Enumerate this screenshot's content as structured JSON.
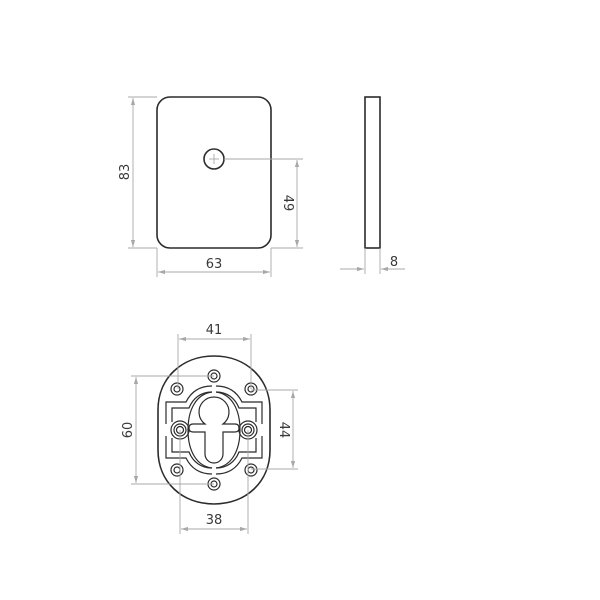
{
  "drawing": {
    "type": "technical-drawing",
    "colors": {
      "outline": "#2b2b2b",
      "dimension": "#a8a8a8",
      "text": "#3a3a3a",
      "background": "#ffffff"
    },
    "views": [
      {
        "name": "rectangular-plate-front-view",
        "dimensions": {
          "height": "83",
          "width": "63",
          "hole_height": "49"
        }
      },
      {
        "name": "rectangular-plate-side-view",
        "dimensions": {
          "thickness": "8"
        }
      },
      {
        "name": "oval-escutcheon-front-view",
        "dimensions": {
          "top_hole_spacing": "41",
          "bottom_hole_spacing": "38",
          "height_holes": "60",
          "side_hole_spacing": "44"
        }
      }
    ]
  },
  "labels": {
    "dim_83": "83",
    "dim_63": "63",
    "dim_49": "49",
    "dim_8": "8",
    "dim_41": "41",
    "dim_38": "38",
    "dim_60": "60",
    "dim_44": "44"
  }
}
